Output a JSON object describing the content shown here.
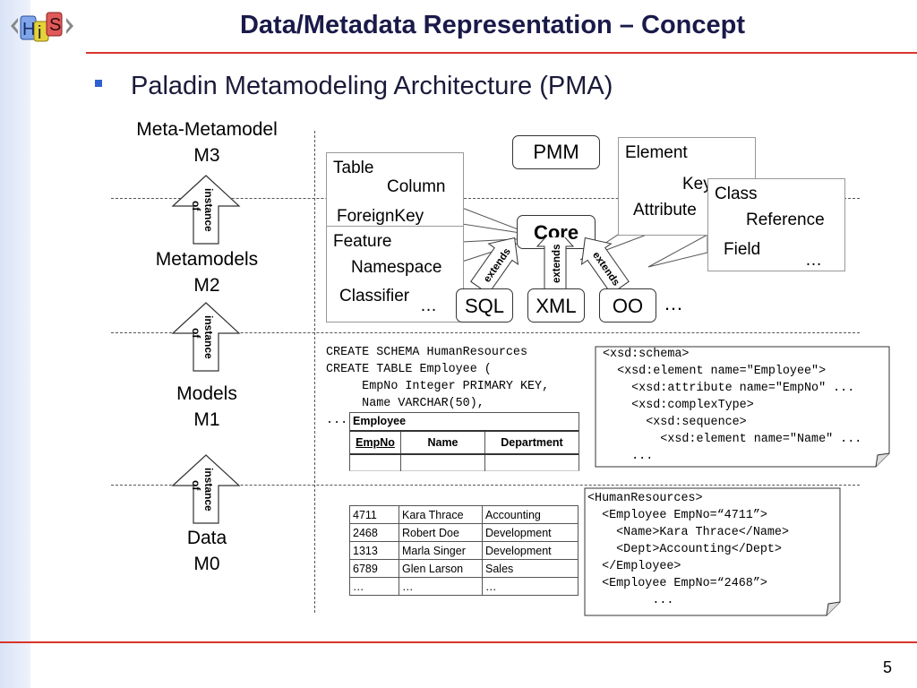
{
  "header": {
    "logo_text": "HiS",
    "title": "Data/Metadata Representation – Concept"
  },
  "bullet": {
    "text": "Paladin Metamodeling Architecture (PMA)"
  },
  "levels": {
    "m3": {
      "line1": "Meta-Metamodel",
      "line2": "M3"
    },
    "m2": {
      "line1": "Metamodels",
      "line2": "M2"
    },
    "m1": {
      "line1": "Models",
      "line2": "M1"
    },
    "m0": {
      "line1": "Data",
      "line2": "M0"
    }
  },
  "instance_label": {
    "line1": "instance",
    "line2": "of"
  },
  "m3_content": {
    "pmm": "PMM",
    "table_callout": {
      "table": "Table",
      "column": "Column",
      "foreignkey": "ForeignKey"
    },
    "feature_callout": {
      "feature": "Feature",
      "namespace": "Namespace",
      "classifier": "Classifier",
      "ellipsis": "…"
    },
    "element_callout": {
      "element": "Element",
      "key": "Key",
      "attribute": "Attribute"
    },
    "class_callout": {
      "class": "Class",
      "reference": "Reference",
      "field": "Field",
      "ellipsis": "…"
    }
  },
  "m2_content": {
    "core": "Core",
    "sql": "SQL",
    "xml": "XML",
    "oo": "OO",
    "ellipsis": "…",
    "extends": "extends"
  },
  "m1_content": {
    "sql_code": "CREATE SCHEMA HumanResources\nCREATE TABLE Employee (\n     EmpNo Integer PRIMARY KEY,\n     Name VARCHAR(50),\n...",
    "employee_table": {
      "title": "Employee",
      "headers": [
        "EmpNo",
        "Name",
        "Department"
      ]
    },
    "xsd_code": "<xsd:schema>\n  <xsd:element name=\"Employee\">\n    <xsd:attribute name=\"EmpNo\" ...\n    <xsd:complexType>\n      <xsd:sequence>\n        <xsd:element name=\"Name\" ...\n    ..."
  },
  "m0_content": {
    "rows": [
      [
        "4711",
        "Kara Thrace",
        "Accounting"
      ],
      [
        "2468",
        "Robert Doe",
        "Development"
      ],
      [
        "1313",
        "Marla Singer",
        "Development"
      ],
      [
        "6789",
        "Glen Larson",
        "Sales"
      ],
      [
        "…",
        "…",
        "…"
      ]
    ],
    "xml_code": "<HumanResources>\n  <Employee EmpNo=“4711”>\n    <Name>Kara Thrace</Name>\n    <Dept>Accounting</Dept>\n  </Employee>\n  <Employee EmpNo=“2468”>\n         ..."
  },
  "footer": {
    "page_number": "5"
  },
  "colors": {
    "accent_red": "#d9342b",
    "bullet_blue": "#2f5fd0",
    "sidebar": "#e3e9f7"
  }
}
